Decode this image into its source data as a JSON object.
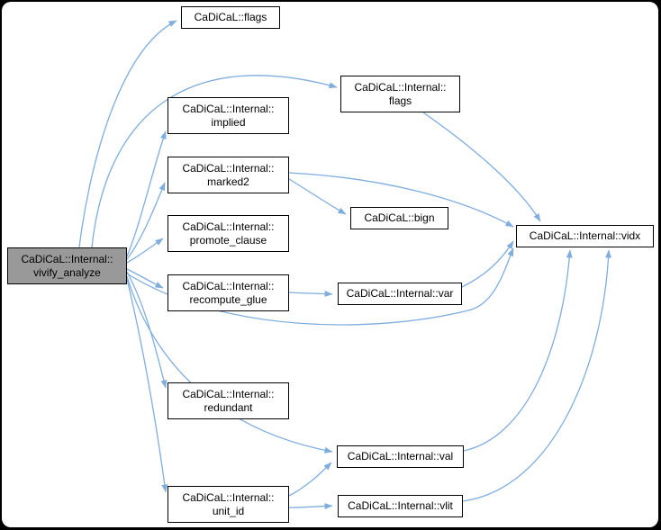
{
  "graph": {
    "kind": "call-graph",
    "colors": {
      "page_background": "#000000",
      "canvas_background": "#ffffff",
      "edge": "#7fadde",
      "node_border": "#000000",
      "node_fill": "#ffffff",
      "highlight_fill": "#999999",
      "text": "#000000"
    },
    "nodes": [
      {
        "id": "cadical_flags",
        "lines": [
          "CaDiCaL::flags"
        ],
        "highlighted": false
      },
      {
        "id": "internal_flags",
        "lines": [
          "CaDiCaL::Internal::",
          "flags"
        ],
        "highlighted": false
      },
      {
        "id": "implied",
        "lines": [
          "CaDiCaL::Internal::",
          "implied"
        ],
        "highlighted": false
      },
      {
        "id": "marked2",
        "lines": [
          "CaDiCaL::Internal::",
          "marked2"
        ],
        "highlighted": false
      },
      {
        "id": "bign",
        "lines": [
          "CaDiCaL::bign"
        ],
        "highlighted": false
      },
      {
        "id": "vidx",
        "lines": [
          "CaDiCaL::Internal::vidx"
        ],
        "highlighted": false
      },
      {
        "id": "promote_clause",
        "lines": [
          "CaDiCaL::Internal::",
          "promote_clause"
        ],
        "highlighted": false
      },
      {
        "id": "vivify_analyze",
        "lines": [
          "CaDiCaL::Internal::",
          "vivify_analyze"
        ],
        "highlighted": true
      },
      {
        "id": "recompute_glue",
        "lines": [
          "CaDiCaL::Internal::",
          "recompute_glue"
        ],
        "highlighted": false
      },
      {
        "id": "var",
        "lines": [
          "CaDiCaL::Internal::var"
        ],
        "highlighted": false
      },
      {
        "id": "redundant",
        "lines": [
          "CaDiCaL::Internal::",
          "redundant"
        ],
        "highlighted": false
      },
      {
        "id": "val",
        "lines": [
          "CaDiCaL::Internal::val"
        ],
        "highlighted": false
      },
      {
        "id": "unit_id",
        "lines": [
          "CaDiCaL::Internal::",
          "unit_id"
        ],
        "highlighted": false
      },
      {
        "id": "vlit",
        "lines": [
          "CaDiCaL::Internal::vlit"
        ],
        "highlighted": false
      }
    ],
    "edges": [
      {
        "from": "vivify_analyze",
        "to": "cadical_flags"
      },
      {
        "from": "vivify_analyze",
        "to": "internal_flags"
      },
      {
        "from": "vivify_analyze",
        "to": "implied"
      },
      {
        "from": "vivify_analyze",
        "to": "marked2"
      },
      {
        "from": "vivify_analyze",
        "to": "promote_clause"
      },
      {
        "from": "vivify_analyze",
        "to": "recompute_glue"
      },
      {
        "from": "vivify_analyze",
        "to": "vidx"
      },
      {
        "from": "vivify_analyze",
        "to": "redundant"
      },
      {
        "from": "vivify_analyze",
        "to": "val"
      },
      {
        "from": "vivify_analyze",
        "to": "unit_id"
      },
      {
        "from": "internal_flags",
        "to": "vidx"
      },
      {
        "from": "marked2",
        "to": "bign"
      },
      {
        "from": "marked2",
        "to": "vidx"
      },
      {
        "from": "recompute_glue",
        "to": "var"
      },
      {
        "from": "var",
        "to": "vidx"
      },
      {
        "from": "unit_id",
        "to": "val"
      },
      {
        "from": "unit_id",
        "to": "vlit"
      },
      {
        "from": "val",
        "to": "vidx"
      },
      {
        "from": "vlit",
        "to": "vidx"
      }
    ]
  }
}
